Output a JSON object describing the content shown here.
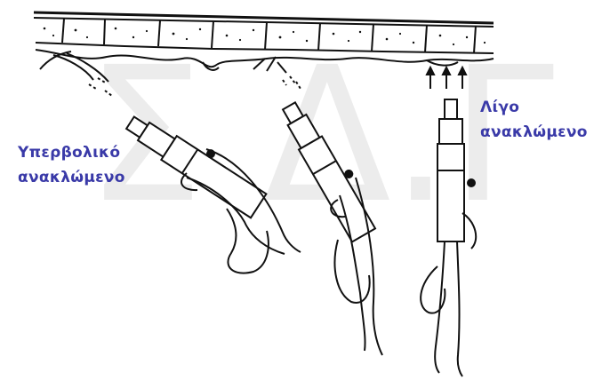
{
  "labels": {
    "left": {
      "line1": "Υπερβολικό",
      "line2": "ανακλώμενο"
    },
    "right": {
      "line1": "Λίγο",
      "line2": "ανακλώμενο"
    }
  },
  "watermark_text": "Σ.Δ.Γ",
  "colors": {
    "label_text": "#3a3aa8",
    "line_art": "#111111",
    "watermark": "#ececec",
    "background": "#ffffff"
  }
}
